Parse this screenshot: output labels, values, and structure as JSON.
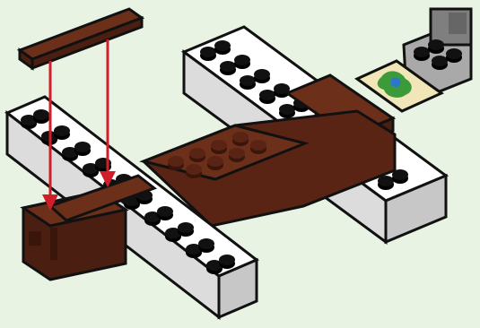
{
  "scene": {
    "background_color": "#e8f3e4",
    "parts": [
      "white-wing-brick",
      "white-tail-brick",
      "brown-fuselage-brick",
      "brown-nose-brick",
      "brown-tile",
      "gray-slope-brick",
      "map-tile"
    ],
    "colors": {
      "white_brick": "#ffffff",
      "white_shadow": "#c9c9c9",
      "outline": "#111111",
      "brown_top": "#6b2f1a",
      "brown_side": "#4a1e10",
      "gray": "#8a8a8a",
      "arrow": "#d01f2a",
      "map_land": "#3c9a3a",
      "map_water": "#2b78c8",
      "map_paper": "#f1e6b8"
    },
    "arrows": [
      "placement-arrow-left",
      "placement-arrow-right"
    ]
  }
}
